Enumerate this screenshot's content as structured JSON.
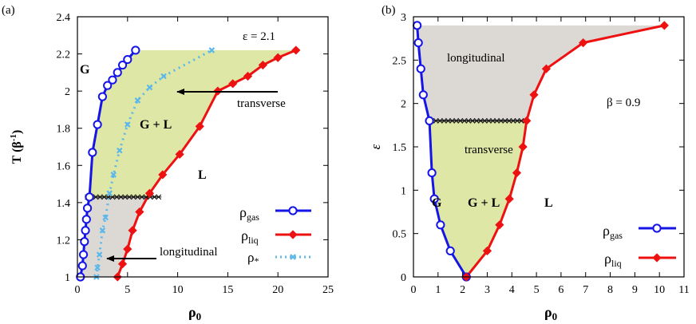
{
  "chart_data": [
    {
      "panel": "(a)",
      "type": "line",
      "xlabel": "ρ0",
      "ylabel": "T (β-1)",
      "xlim": [
        0,
        25
      ],
      "ylim": [
        1,
        2.4
      ],
      "xticks": [
        "0",
        "5",
        "10",
        "15",
        "20",
        "25"
      ],
      "yticks": [
        "1",
        "1.2",
        "1.4",
        "1.6",
        "1.8",
        "2",
        "2.2",
        "2.4"
      ],
      "grid": false,
      "legend_position": "bottom-right",
      "legend": [
        "ρgas",
        "ρliq",
        "ρ*"
      ],
      "param_label": "ε = 2.1",
      "phase_labels": [
        "G",
        "G + L",
        "L"
      ],
      "annotations": [
        "transverse",
        "longitudinal"
      ],
      "colors": {
        "gas": "#1515e8",
        "liq": "#ee1111",
        "star": "#5cb8ea",
        "coexist_fill": "#dfe7a6",
        "longitudinal_fill": "#dcd8d4"
      },
      "series": [
        {
          "name": "ρgas",
          "x": [
            0.3,
            0.5,
            0.6,
            0.7,
            0.8,
            0.9,
            1.0,
            1.2,
            1.5,
            2.0,
            2.5,
            3.0,
            3.5,
            4.0,
            4.5,
            5.0,
            5.8
          ],
          "y": [
            1.0,
            1.06,
            1.12,
            1.19,
            1.25,
            1.31,
            1.37,
            1.43,
            1.67,
            1.82,
            1.97,
            2.03,
            2.06,
            2.1,
            2.14,
            2.17,
            2.22
          ]
        },
        {
          "name": "ρliq",
          "x": [
            4.0,
            4.5,
            5.0,
            5.5,
            6.2,
            7.2,
            8.5,
            10.2,
            12.2,
            14.0,
            15.5,
            17.0,
            18.5,
            20.0,
            21.8
          ],
          "y": [
            1.0,
            1.07,
            1.15,
            1.25,
            1.35,
            1.45,
            1.55,
            1.66,
            1.81,
            2.0,
            2.04,
            2.08,
            2.14,
            2.18,
            2.22
          ]
        },
        {
          "name": "ρ*",
          "x": [
            1.9,
            2.0,
            2.2,
            2.5,
            2.8,
            3.2,
            3.6,
            4.2,
            5.0,
            6.0,
            7.2,
            8.6,
            13.4
          ],
          "y": [
            1.0,
            1.05,
            1.12,
            1.25,
            1.32,
            1.45,
            1.55,
            1.68,
            1.82,
            1.95,
            2.02,
            2.08,
            2.22
          ]
        },
        {
          "name": "",
          "x": [
            1.0,
            8.1
          ],
          "y": [
            1.43,
            1.43
          ]
        }
      ]
    },
    {
      "panel": "(b)",
      "type": "line",
      "xlabel": "ρ0",
      "ylabel": "ε",
      "xlim": [
        0,
        11
      ],
      "ylim": [
        0,
        3
      ],
      "xticks": [
        "0",
        "1",
        "2",
        "3",
        "4",
        "5",
        "6",
        "7",
        "8",
        "9",
        "10",
        "11"
      ],
      "yticks": [
        "0",
        "0.5",
        "1",
        "1.5",
        "2",
        "2.5",
        "3"
      ],
      "grid": false,
      "legend_position": "bottom-right",
      "legend": [
        "ρgas",
        "ρliq"
      ],
      "param_label": "β = 0.9",
      "phase_labels": [
        "G",
        "G + L",
        "L"
      ],
      "annotations": [
        "longitudinal",
        "transverse"
      ],
      "colors": {
        "gas": "#1515e8",
        "liq": "#ee1111",
        "coexist_fill": "#dfe7a6",
        "longitudinal_fill": "#dcd8d4"
      },
      "series": [
        {
          "name": "ρgas",
          "x": [
            2.15,
            1.5,
            1.1,
            0.85,
            0.75,
            0.65,
            0.4,
            0.3,
            0.2,
            0.15
          ],
          "y": [
            0.0,
            0.3,
            0.6,
            0.9,
            1.2,
            1.8,
            2.1,
            2.4,
            2.7,
            2.9
          ]
        },
        {
          "name": "ρliq",
          "x": [
            2.15,
            3.0,
            3.5,
            3.9,
            4.2,
            4.45,
            4.6,
            4.9,
            5.4,
            6.9,
            10.2
          ],
          "y": [
            0.0,
            0.3,
            0.6,
            0.9,
            1.2,
            1.5,
            1.8,
            2.1,
            2.4,
            2.7,
            2.9
          ]
        },
        {
          "name": "",
          "x": [
            0.75,
            4.55
          ],
          "y": [
            1.8,
            1.8
          ]
        }
      ]
    }
  ]
}
